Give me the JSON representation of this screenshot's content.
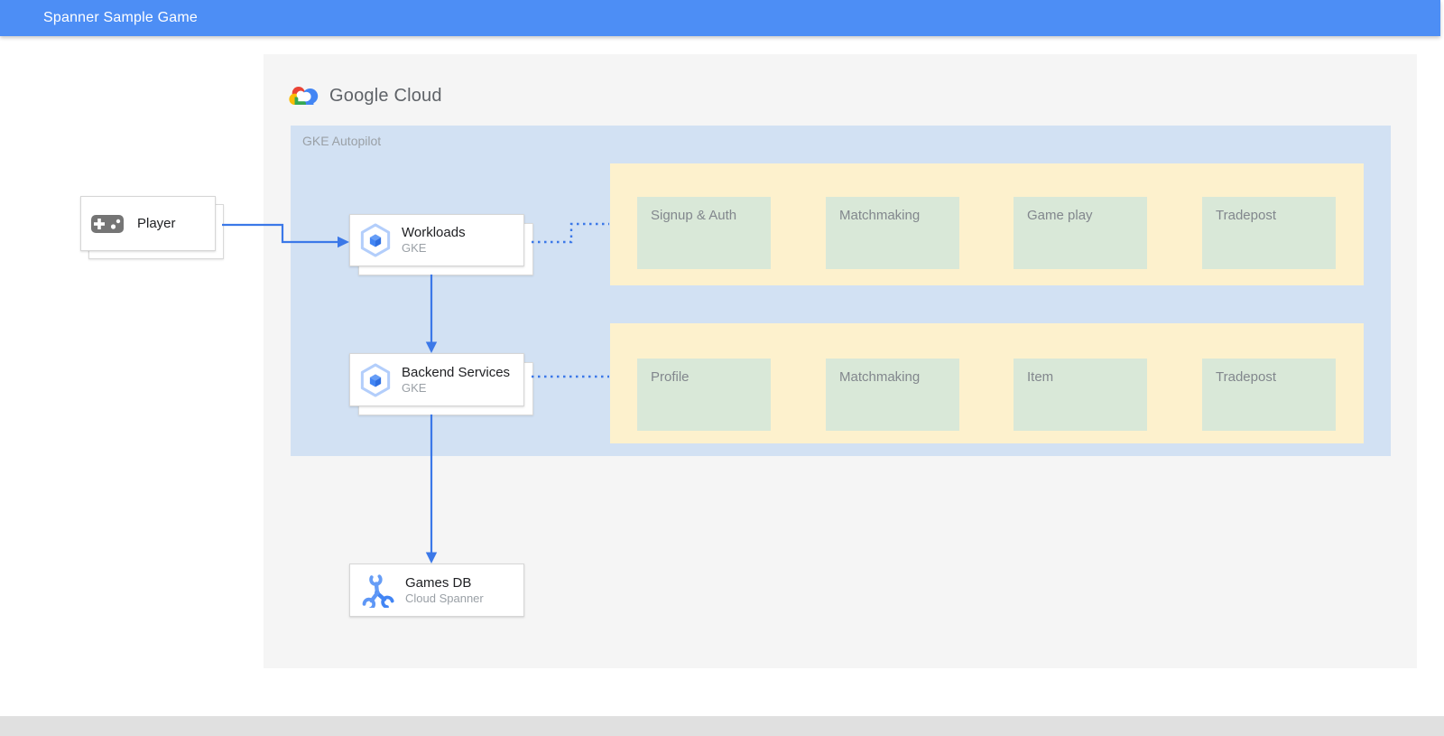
{
  "header": {
    "title": "Spanner Sample Game"
  },
  "branding": {
    "wordmark": "Google Cloud"
  },
  "gke": {
    "label": "GKE Autopilot"
  },
  "nodes": {
    "player": {
      "label": "Player"
    },
    "workloads": {
      "title": "Workloads",
      "subtitle": "GKE"
    },
    "backend_services": {
      "title": "Backend Services",
      "subtitle": "GKE"
    },
    "games_db": {
      "title": "Games DB",
      "subtitle": "Cloud Spanner"
    }
  },
  "service_groups": [
    {
      "name": "workloads-services",
      "items": [
        "Signup & Auth",
        "Matchmaking",
        "Game play",
        "Tradepost"
      ]
    },
    {
      "name": "backend-services",
      "items": [
        "Profile",
        "Matchmaking",
        "Item",
        "Tradepost"
      ]
    }
  ],
  "colors": {
    "header_blue": "#4d8ef5",
    "panel_gray": "#f5f5f5",
    "gke_container_blue": "#d2e1f3",
    "service_panel_yellow": "#fdf1cd",
    "service_box_green": "#d9e8d8",
    "connector_blue": "#3b78e8",
    "card_title": "#202124",
    "muted_text": "#9aa0a6",
    "footer_gray": "#e0e0e0"
  }
}
